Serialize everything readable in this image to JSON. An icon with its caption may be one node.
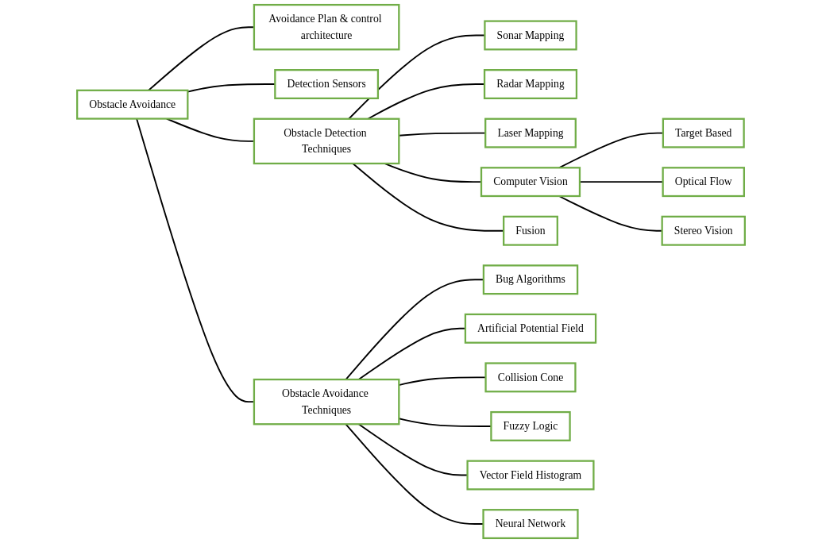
{
  "diagram": {
    "nodes": [
      {
        "text": [
          "Obstacle Avoidance"
        ]
      },
      {
        "text": [
          "Avoidance Plan & control architecture"
        ]
      },
      {
        "text": [
          "Detection Sensors"
        ]
      },
      {
        "text": [
          "Obstacle Detection Techniques"
        ]
      },
      {
        "text": [
          "Sonar Mapping"
        ]
      },
      {
        "text": [
          "Radar Mapping"
        ]
      },
      {
        "text": [
          "Laser Mapping"
        ]
      },
      {
        "text": [
          "Computer Vision"
        ]
      },
      {
        "text": [
          "Target Based"
        ]
      },
      {
        "text": [
          "Optical Flow"
        ]
      },
      {
        "text": [
          "Stereo Vision"
        ]
      },
      {
        "text": [
          "Fusion"
        ]
      },
      {
        "text": [
          "Obstacle Avoidance Techniques"
        ]
      },
      {
        "text": [
          "Bug Algorithms"
        ]
      },
      {
        "text": [
          "Artificial Potential Field"
        ]
      },
      {
        "text": [
          "Collision Cone"
        ]
      },
      {
        "text": [
          "Fuzzy Logic"
        ]
      },
      {
        "text": [
          "Vector Field Histogram"
        ]
      },
      {
        "text": [
          "Neural Network"
        ]
      }
    ],
    "edges": [
      {
        "from": 0,
        "to": 1,
        "arrow": "none"
      },
      {
        "from": 0,
        "to": 2,
        "arrow": "none"
      },
      {
        "from": 0,
        "to": 3,
        "arrow": "none"
      },
      {
        "from": 0,
        "to": 12,
        "arrow": "none"
      },
      {
        "from": 3,
        "to": 4,
        "arrow": "none"
      },
      {
        "from": 3,
        "to": 5,
        "arrow": "none"
      },
      {
        "from": 3,
        "to": 6,
        "arrow": "none"
      },
      {
        "from": 3,
        "to": 7,
        "arrow": "none"
      },
      {
        "from": 3,
        "to": 11,
        "arrow": "none"
      },
      {
        "from": 7,
        "to": 8,
        "arrow": "none"
      },
      {
        "from": 7,
        "to": 9,
        "arrow": "none"
      },
      {
        "from": 7,
        "to": 10,
        "arrow": "none"
      },
      {
        "from": 12,
        "to": 13,
        "arrow": "none"
      },
      {
        "from": 12,
        "to": 14,
        "arrow": "none"
      },
      {
        "from": 12,
        "to": 15,
        "arrow": "none"
      },
      {
        "from": 12,
        "to": 16,
        "arrow": "none"
      },
      {
        "from": 12,
        "to": 17,
        "arrow": "none"
      },
      {
        "from": 12,
        "to": 18,
        "arrow": "none"
      }
    ]
  }
}
